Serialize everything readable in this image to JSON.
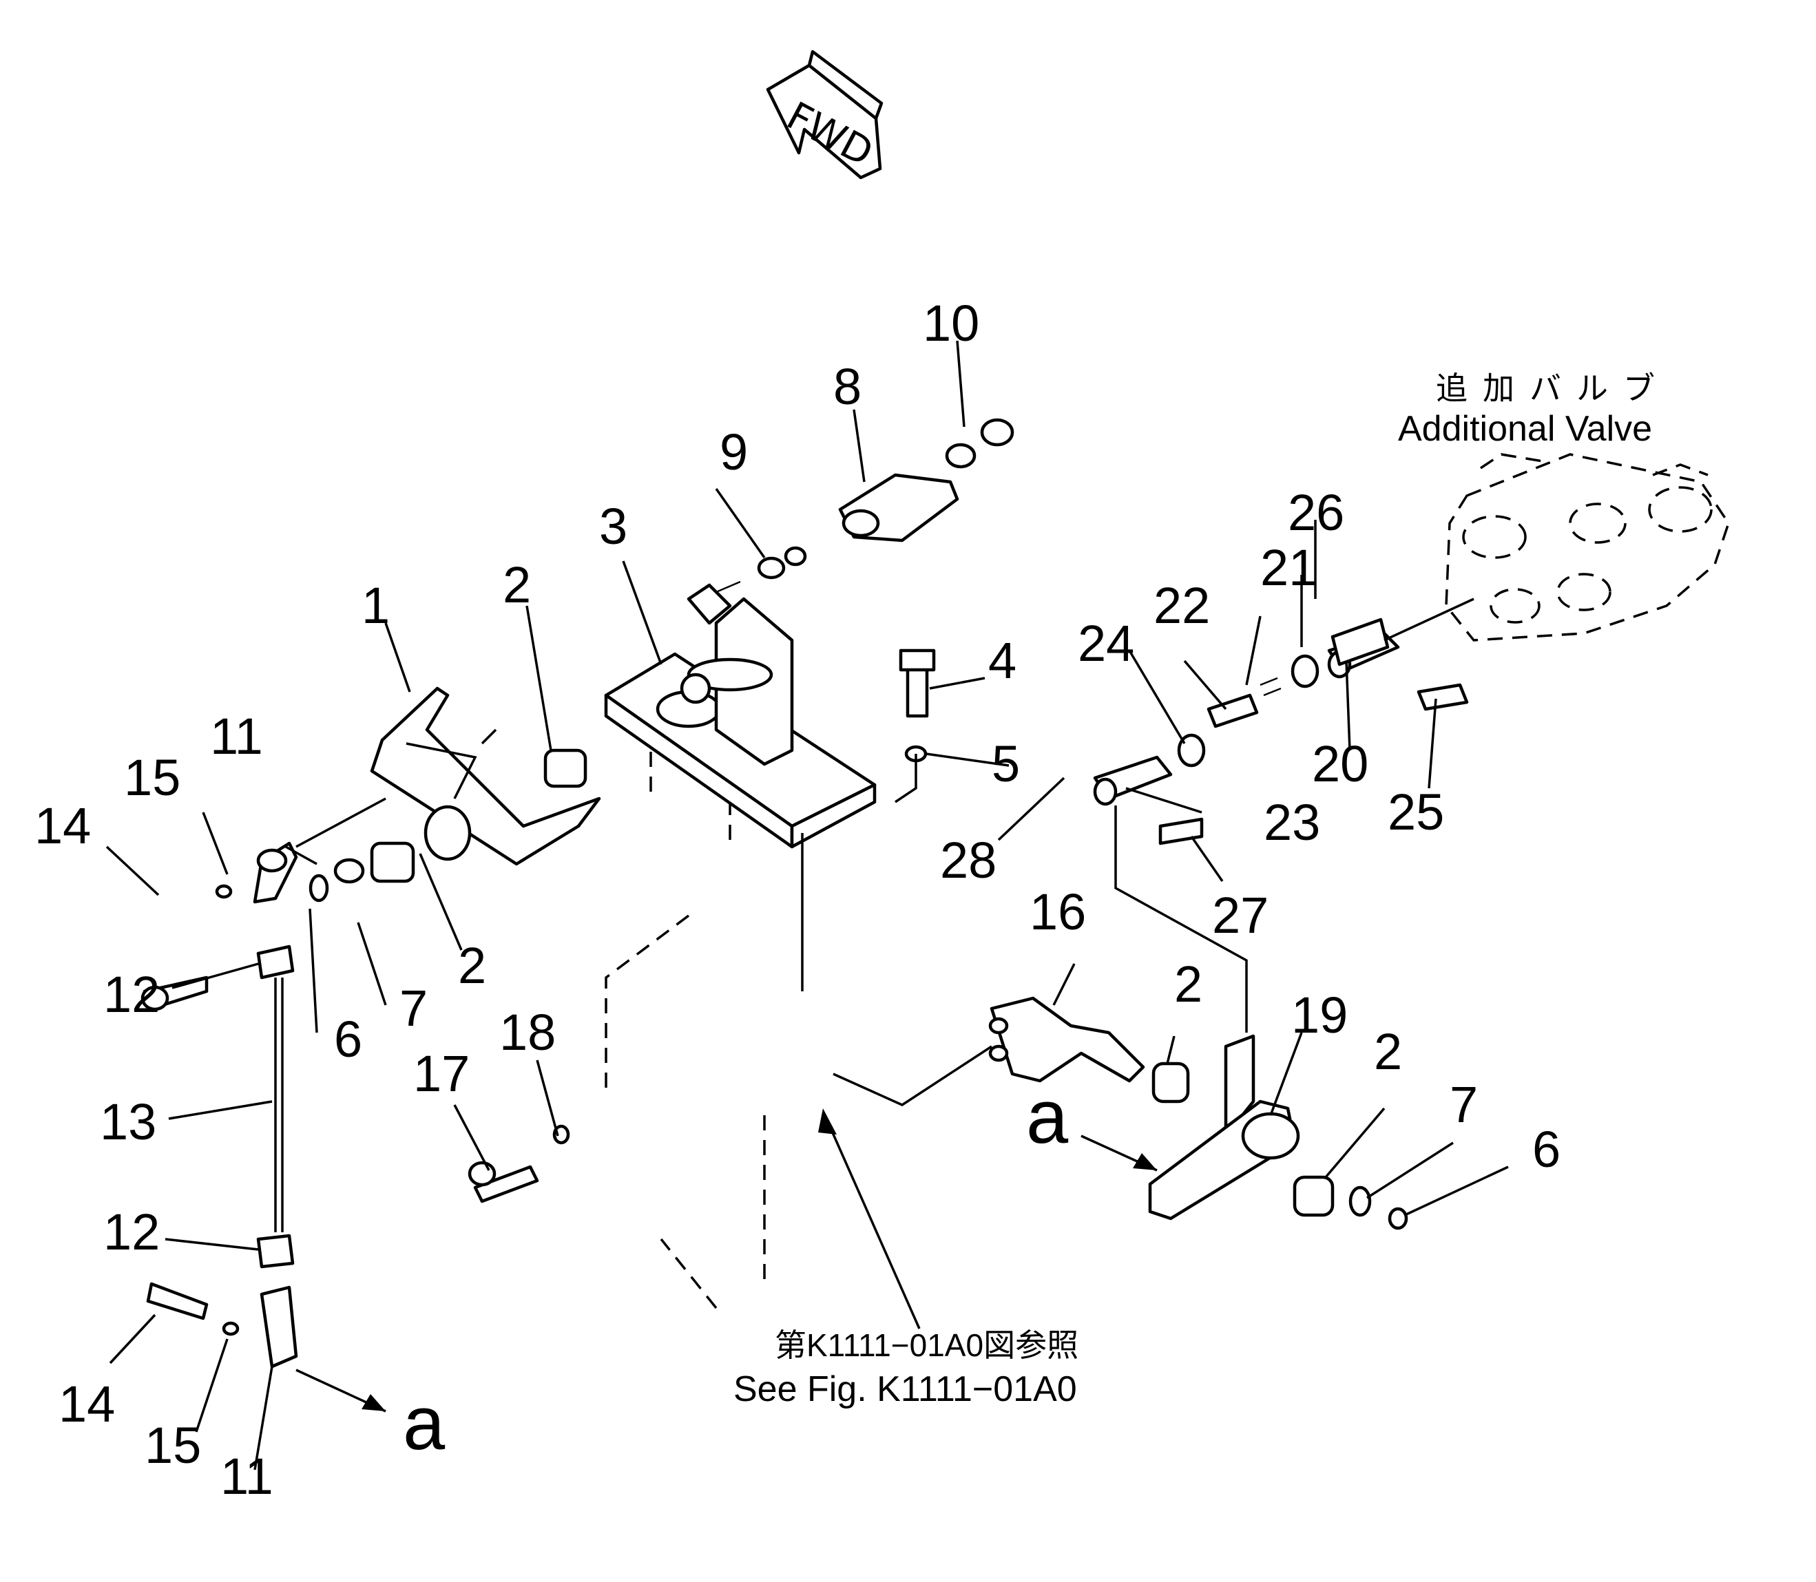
{
  "fwd_label": "FWD",
  "additional_valve": {
    "jp": "追加バルブ",
    "en": "Additional Valve"
  },
  "reference": {
    "jp": "第K1111−01A0図参照",
    "en": "See Fig. K1111−01A0"
  },
  "view_marker": "a",
  "callouts": [
    "1",
    "2",
    "3",
    "4",
    "5",
    "6",
    "7",
    "8",
    "9",
    "10",
    "11",
    "12",
    "13",
    "14",
    "15",
    "16",
    "17",
    "18",
    "19",
    "20",
    "21",
    "22",
    "23",
    "24",
    "25",
    "26",
    "27",
    "28"
  ]
}
